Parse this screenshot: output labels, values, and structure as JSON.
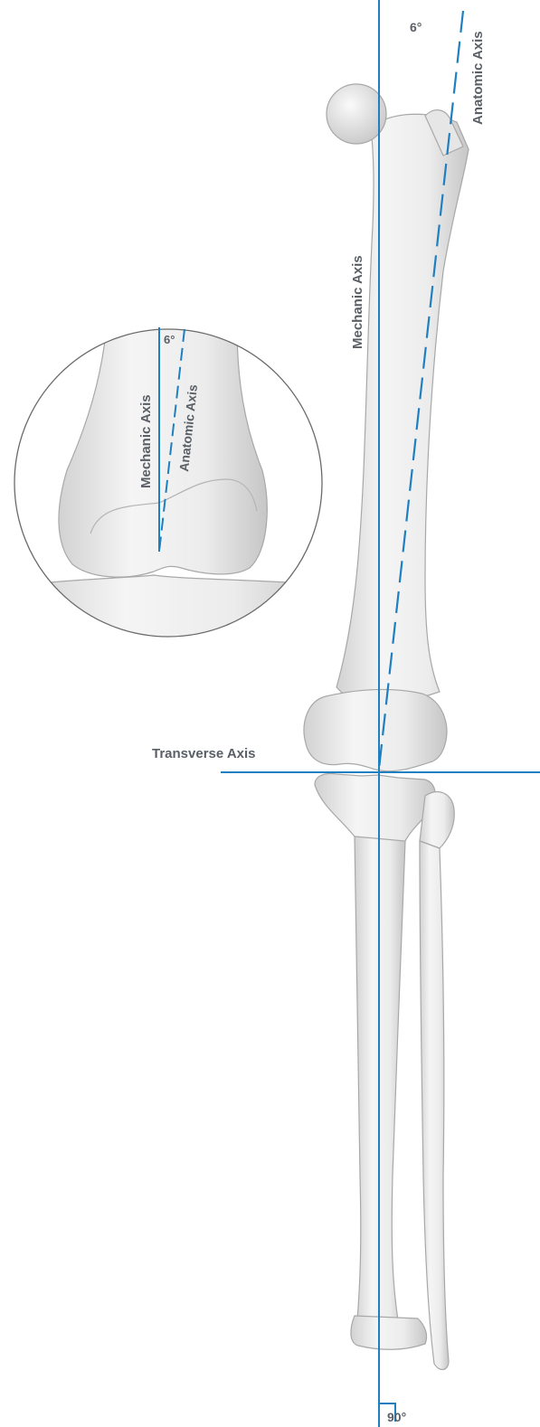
{
  "labels": {
    "main_mechanic_axis": "Mechanic Axis",
    "main_anatomic_axis": "Anatomic Axis",
    "main_angle": "6°",
    "inset_mechanic_axis": "Mechanic Axis",
    "inset_anatomic_axis": "Anatomic Axis",
    "inset_angle": "6°",
    "transverse_axis": "Transverse Axis",
    "right_angle": "90°"
  },
  "colors": {
    "axis": "#1f7fc0",
    "label": "#5a5f66",
    "bone_fill": "#ececec",
    "bone_stroke": "#a8a8a8"
  }
}
